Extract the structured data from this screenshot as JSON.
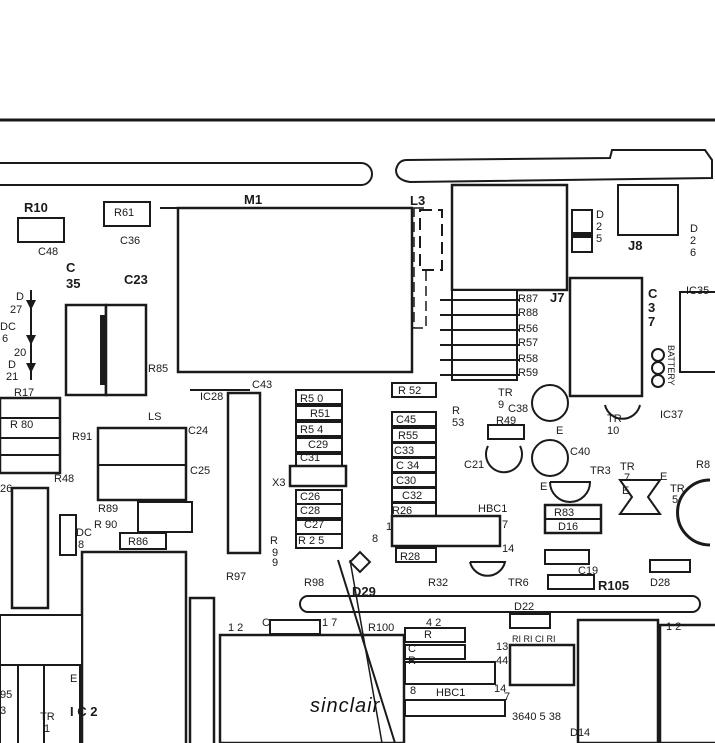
{
  "labels": {
    "m1": "M1",
    "l3": "L3",
    "r10": "R10",
    "r61": "R61",
    "c48": "C48",
    "c36": "C36",
    "c35a": "C",
    "c35b": "35",
    "c23": "C23",
    "d27": "D",
    "d27n": "27",
    "dc6": "DC",
    "dc6n": "6",
    "d20": "20",
    "d21a": "D",
    "d21b": "21",
    "r85": "R85",
    "ic28": "IC28",
    "c43": "C43",
    "ls": "LS",
    "r17": "R17",
    "r80": "R 80",
    "r91": "R91",
    "c24": "C24",
    "r48": "R48",
    "c25": "C25",
    "r89": "R89",
    "r90": "R 90",
    "r86": "R86",
    "dc8a": "DC",
    "dc8b": "8",
    "r97": "R97",
    "r50": "R5 0",
    "r51": "R51",
    "r54": "R5 4",
    "c29": "C29",
    "c31": "C31",
    "x3": "X3",
    "c26": "C26",
    "c28": "C28",
    "c27": "C27",
    "r25": "R 2 5",
    "r99a": "R",
    "r99b": "9",
    "r99c": "9",
    "r98": "R98",
    "d29": "D29",
    "n8": "8",
    "r52": "R 52",
    "r53a": "R",
    "r53b": "53",
    "c45": "C45",
    "r55": "R55",
    "c33": "C33",
    "c34": "C 34",
    "c30": "C30",
    "c32": "C32",
    "r26": "R26",
    "n1": "1",
    "r28": "R28",
    "r32": "R32",
    "hbc1": "HBC1",
    "n7": "7",
    "n14": "14",
    "tr6": "TR6",
    "r87": "R87",
    "r88": "R88",
    "r56": "R56",
    "r57": "R57",
    "r58": "R58",
    "r59": "R59",
    "j7": "J7",
    "tr9a": "TR",
    "tr9b": "9",
    "c38": "C38",
    "r49": "R49",
    "c21": "C21",
    "c40": "C40",
    "tr10a": "TR",
    "tr10b": "10",
    "tr3": "TR3",
    "r83": "R83",
    "d16": "D16",
    "c19": "C19",
    "r105": "R105",
    "d28": "D28",
    "d22": "D22",
    "d25a": "D",
    "d25b": "2",
    "d25c": "5",
    "j8": "J8",
    "d26a": "D",
    "d26b": "2",
    "d26c": "6",
    "c37a": "C",
    "c37b": "3",
    "c37c": "7",
    "ic35": "IC35",
    "battery": "BATTERY",
    "ic37": "IC37",
    "tr7a": "TR",
    "tr7b": "7",
    "tr5a": "TR",
    "tr5b": "5",
    "e1": "E",
    "e2": "E",
    "e3": "E",
    "e4": "E",
    "r8": "R8",
    "n26": "26",
    "n12": "1 2",
    "c_low": "C",
    "n17": "1 7",
    "r100": "R100",
    "n42": "4 2",
    "r_a": "R",
    "c_b": "C",
    "r_c": "R",
    "n13": "13",
    "n44": "44",
    "rb": "RI RI CI RI",
    "hbc1b": "HBC1",
    "n8b": "8",
    "n14b": "14",
    "n7b": "7",
    "n3640": "3640 5 38",
    "d14": "D14",
    "n12b": "1 2",
    "r95": "95",
    "n3": "3",
    "tr1a": "TR",
    "tr1b": "1",
    "ic2": "I C 2",
    "e5": "E",
    "sinclair": "sinclair"
  }
}
